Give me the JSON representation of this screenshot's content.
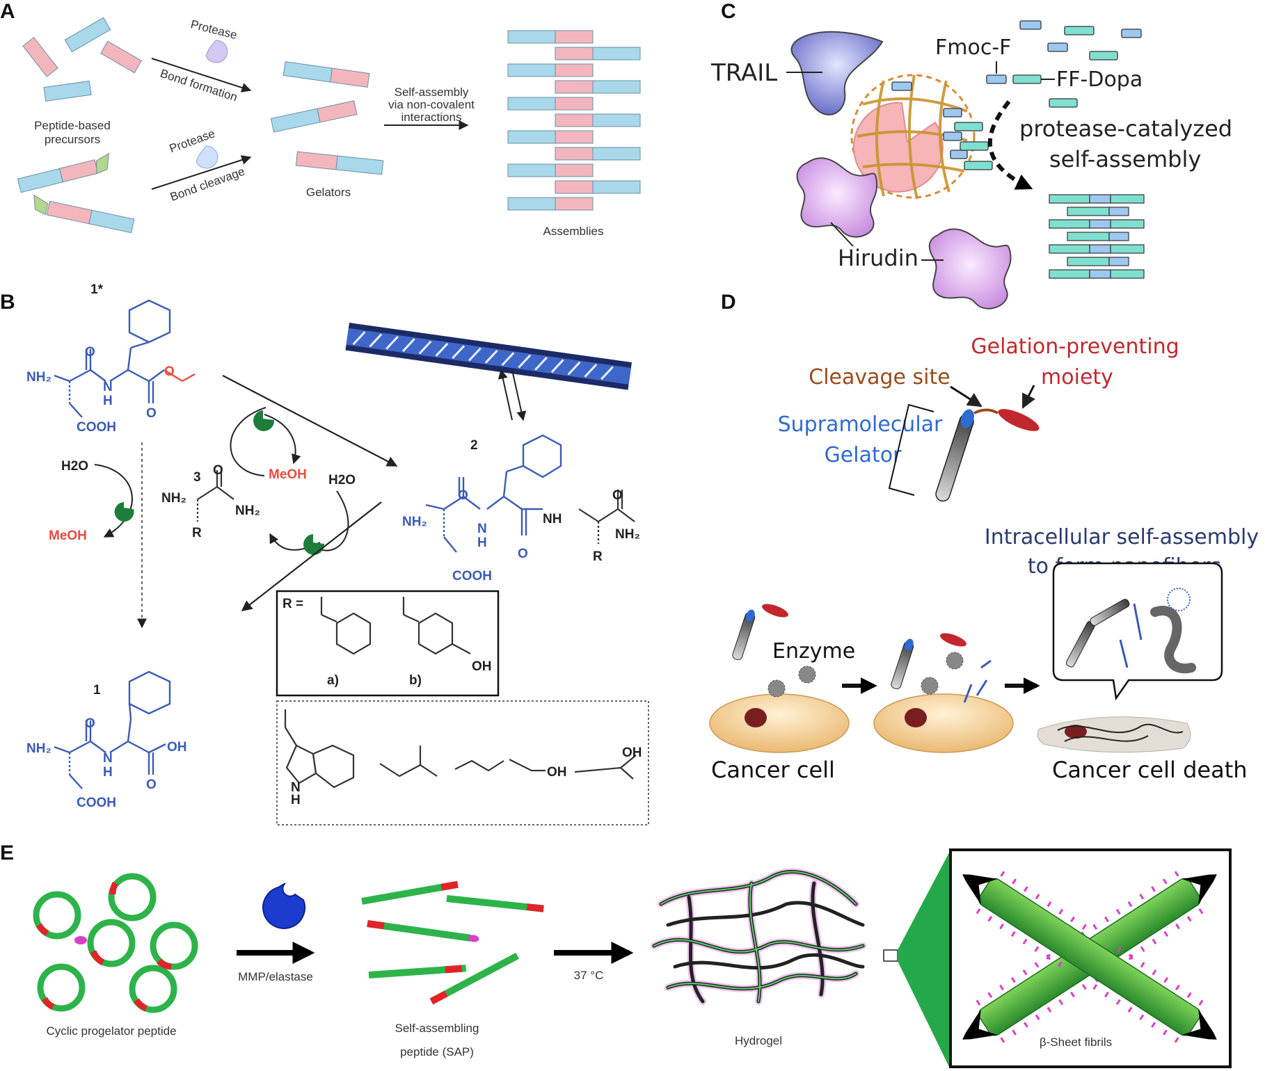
{
  "panels": {
    "A": {
      "letter": "A",
      "protease_top": "Protease",
      "bond_formation": "Bond formation",
      "protease_bottom": "Protease",
      "bond_cleavage": "Bond cleavage",
      "precursors_line1": "Peptide-based",
      "precursors_line2": "precursors",
      "gelators": "Gelators",
      "selfassembly_line1": "Self-assembly",
      "selfassembly_line2": "via non-covalent",
      "selfassembly_line3": "interactions",
      "assemblies": "Assemblies"
    },
    "B": {
      "letter": "B",
      "cmpd_1star": "1*",
      "cmpd_1": "1",
      "cmpd_2": "2",
      "cmpd_3": "3",
      "meoh": "MeOH",
      "h2o": "H2O",
      "r_equals": "R =",
      "opt_a": "a)",
      "opt_b": "b)"
    },
    "C": {
      "letter": "C",
      "trail": "TRAIL",
      "fmoc": "Fmoc-F",
      "ffdopa": "FF-Dopa",
      "protease_line1": "protease-catalyzed",
      "protease_line2": "self-assembly",
      "hirudin": "Hirudin"
    },
    "D": {
      "letter": "D",
      "gelation_line1": "Gelation-preventing",
      "gelation_line2": "moiety",
      "cleavage_site": "Cleavage site",
      "supra_line1": "Supramolecular",
      "supra_line2": "Gelator",
      "intracellular_line1": "Intracellular self-assembly",
      "intracellular_line2": "to form nanofibers",
      "enzyme": "Enzyme",
      "cancer_cell": "Cancer cell",
      "cancer_cell_death": "Cancer cell death"
    },
    "E": {
      "letter": "E",
      "cyclic": "Cyclic progelator peptide",
      "mmp": "MMP/elastase",
      "sap_line1": "Self-assembling",
      "sap_line2": "peptide (SAP)",
      "temp": "37 °C",
      "hydrogel": "Hydrogel",
      "fibrils": "β-Sheet fibrils"
    }
  },
  "colors": {
    "peptide_blue": "#a8d8ea",
    "peptide_pink": "#f4b6bd",
    "chem_blue": "#3a5bb5",
    "chem_red": "#e84c3d",
    "enzyme_green": "#1e7d3a",
    "ring_green": "#2eb34a",
    "fiber_cyan": "#7fe0d0",
    "d_red": "#c0282d",
    "d_blue": "#2f6ad0",
    "d_brown": "#9b4a19"
  }
}
